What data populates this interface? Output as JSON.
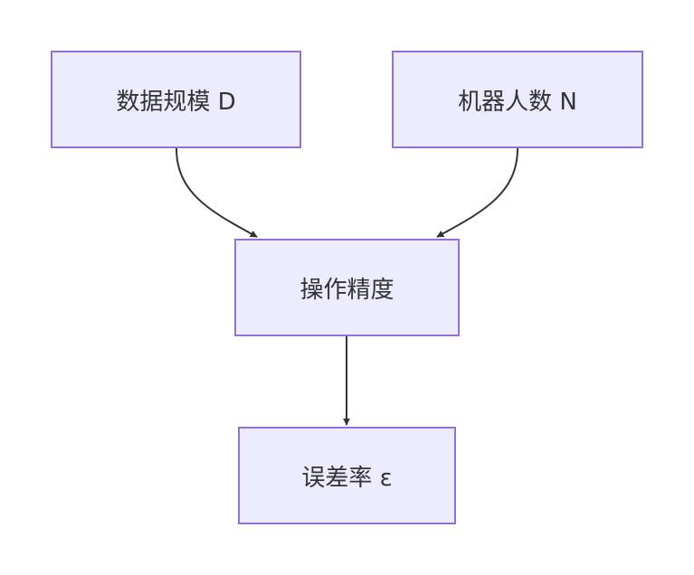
{
  "nodes": {
    "data_scale": "数据规模 D",
    "robot_count": "机器人数 N",
    "precision": "操作精度",
    "error_rate": "误差率 ε"
  },
  "colors": {
    "node_fill": "#ececff",
    "node_border": "#9370db",
    "edge": "#333333",
    "text": "#333333"
  },
  "edges": [
    {
      "from": "data_scale",
      "to": "precision"
    },
    {
      "from": "robot_count",
      "to": "precision"
    },
    {
      "from": "precision",
      "to": "error_rate"
    }
  ]
}
